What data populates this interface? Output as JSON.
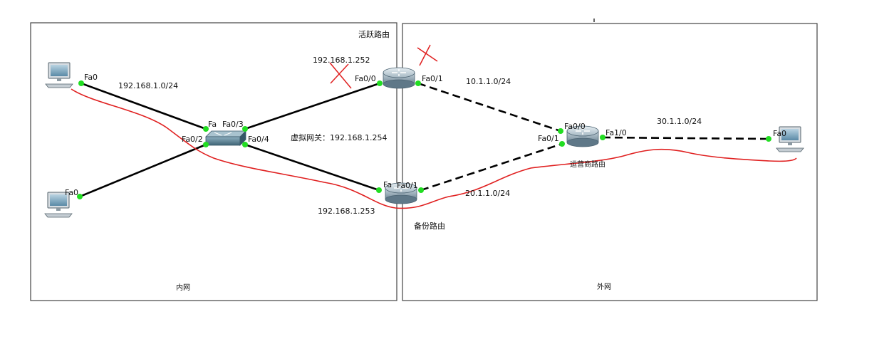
{
  "zones": {
    "inner": {
      "label": "内网"
    },
    "outer": {
      "label": "外网"
    }
  },
  "routers": {
    "active": {
      "name": "活跃路由"
    },
    "backup": {
      "name": "备份路由"
    },
    "isp": {
      "name": "运营商路由"
    }
  },
  "addresses": {
    "lan_net": "192.168.1.0/24",
    "active_ip": "192.168.1.252",
    "backup_ip": "192.168.1.253",
    "virtual_gw": "虚拟网关：192.168.1.254",
    "net_10": "10.1.1.0/24",
    "net_20": "20.1.1.0/24",
    "net_30": "30.1.1.0/24"
  },
  "ports": {
    "pc1_fa0": "Fa0",
    "pc2_fa0": "Fa0",
    "pc3_fa0": "Fa0",
    "sw_fa_top": "Fa",
    "sw_fa0_3": "Fa0/3",
    "sw_fa0_2": "Fa0/2",
    "sw_fa0_4": "Fa0/4",
    "active_fa0_0": "Fa0/0",
    "active_fa0_1": "Fa0/1",
    "backup_fa": "Fa",
    "backup_fa0_1": "Fa0/1",
    "isp_fa0_0": "Fa0/0",
    "isp_fa0_1": "Fa0/1",
    "isp_fa1_0": "Fa1/0"
  },
  "colors": {
    "link": "#000000",
    "port_up": "#22dd22",
    "annotation": "#e02020",
    "zone_border": "#444444"
  }
}
